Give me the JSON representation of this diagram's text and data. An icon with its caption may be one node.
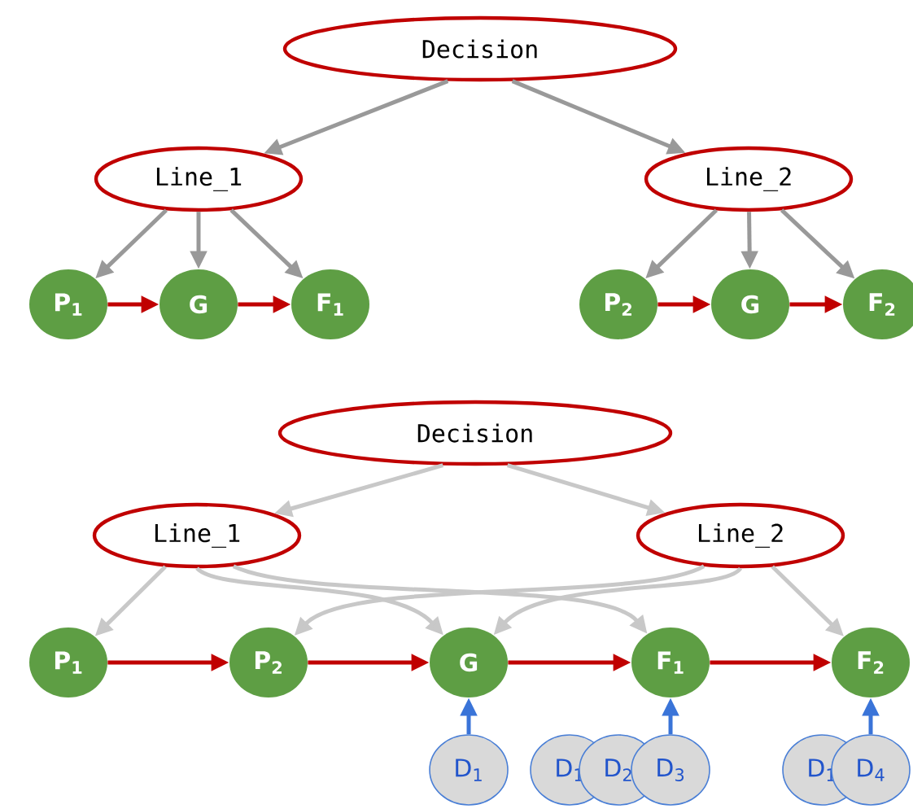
{
  "diagram": {
    "nodes": [
      {
        "text": [
          "Decision"
        ]
      },
      {
        "text": [
          "Line_1"
        ]
      },
      {
        "text": [
          "Line_2"
        ]
      },
      {
        "text": [
          "P$_{1}$"
        ]
      },
      {
        "text": [
          "G"
        ]
      },
      {
        "text": [
          "F$_{1}$"
        ]
      },
      {
        "text": [
          "P$_{2}$"
        ]
      },
      {
        "text": [
          "G"
        ]
      },
      {
        "text": [
          "F$_{2}$"
        ]
      },
      {
        "text": [
          "Decision"
        ]
      },
      {
        "text": [
          "Line_1"
        ]
      },
      {
        "text": [
          "Line_2"
        ]
      },
      {
        "text": [
          "P$_{1}$"
        ]
      },
      {
        "text": [
          "P$_{2}$"
        ]
      },
      {
        "text": [
          "G"
        ]
      },
      {
        "text": [
          "F$_{1}$"
        ]
      },
      {
        "text": [
          "F$_{2}$"
        ]
      },
      {
        "text": [
          "D$_{1}$"
        ]
      },
      {
        "text": [
          "D$_{1}$"
        ]
      },
      {
        "text": [
          "D$_{2}$"
        ]
      },
      {
        "text": [
          "D$_{3}$"
        ]
      },
      {
        "text": [
          "D$_{1}$"
        ]
      },
      {
        "text": [
          "D$_{4}$"
        ]
      }
    ],
    "edges": [
      {
        "from": 0,
        "to": 1,
        "arrow": "to"
      },
      {
        "from": 0,
        "to": 2,
        "arrow": "to"
      },
      {
        "from": 1,
        "to": 3,
        "arrow": "to"
      },
      {
        "from": 1,
        "to": 4,
        "arrow": "to"
      },
      {
        "from": 1,
        "to": 5,
        "arrow": "to"
      },
      {
        "from": 2,
        "to": 6,
        "arrow": "to"
      },
      {
        "from": 2,
        "to": 7,
        "arrow": "to"
      },
      {
        "from": 2,
        "to": 8,
        "arrow": "to"
      },
      {
        "from": 3,
        "to": 4,
        "arrow": "to",
        "color": "#c00000"
      },
      {
        "from": 4,
        "to": 5,
        "arrow": "to",
        "color": "#c00000"
      },
      {
        "from": 6,
        "to": 7,
        "arrow": "to",
        "color": "#c00000"
      },
      {
        "from": 7,
        "to": 8,
        "arrow": "to",
        "color": "#c00000"
      },
      {
        "from": 9,
        "to": 10,
        "arrow": "to",
        "color": "#c8c8c8"
      },
      {
        "from": 9,
        "to": 11,
        "arrow": "to",
        "color": "#c8c8c8"
      },
      {
        "from": 10,
        "to": 12,
        "arrow": "to",
        "color": "#c8c8c8"
      },
      {
        "from": 10,
        "to": 14,
        "arrow": "to",
        "color": "#c8c8c8"
      },
      {
        "from": 10,
        "to": 15,
        "arrow": "to",
        "color": "#c8c8c8"
      },
      {
        "from": 11,
        "to": 13,
        "arrow": "to",
        "color": "#c8c8c8"
      },
      {
        "from": 11,
        "to": 14,
        "arrow": "to",
        "color": "#c8c8c8"
      },
      {
        "from": 11,
        "to": 16,
        "arrow": "to",
        "color": "#c8c8c8"
      },
      {
        "from": 12,
        "to": 13,
        "arrow": "to",
        "color": "#c00000"
      },
      {
        "from": 13,
        "to": 14,
        "arrow": "to",
        "color": "#c00000"
      },
      {
        "from": 14,
        "to": 15,
        "arrow": "to",
        "color": "#c00000"
      },
      {
        "from": 15,
        "to": 16,
        "arrow": "to",
        "color": "#c00000"
      },
      {
        "from": 17,
        "to": 14,
        "arrow": "to",
        "color": "#3a74d8"
      },
      {
        "from": 20,
        "to": 15,
        "arrow": "to",
        "color": "#3a74d8"
      },
      {
        "from": 22,
        "to": 16,
        "arrow": "to",
        "color": "#3a74d8"
      }
    ]
  }
}
